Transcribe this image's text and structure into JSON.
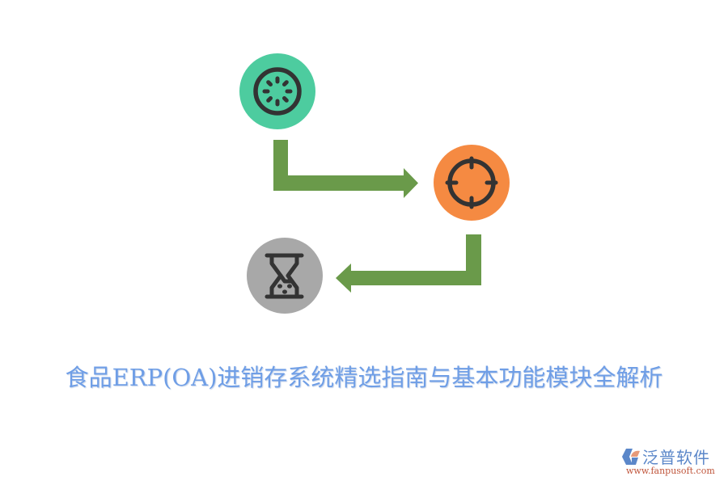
{
  "title": "食品ERP(OA)进销存系统精选指南与基本功能模块全解析",
  "colors": {
    "title": "#6f9ee6",
    "arrow": "#6a9a4a",
    "step1": "#4dcc9f",
    "step2": "#f58a42",
    "step3": "#a8a8a8",
    "icon_stroke": "#333333"
  },
  "steps": [
    {
      "icon": "loading-spinner-icon",
      "color": "#4dcc9f"
    },
    {
      "icon": "crosshair-target-icon",
      "color": "#f58a42"
    },
    {
      "icon": "hourglass-icon",
      "color": "#a8a8a8"
    }
  ],
  "logo": {
    "name": "泛普软件",
    "url": "www.fanpusoft.com"
  }
}
